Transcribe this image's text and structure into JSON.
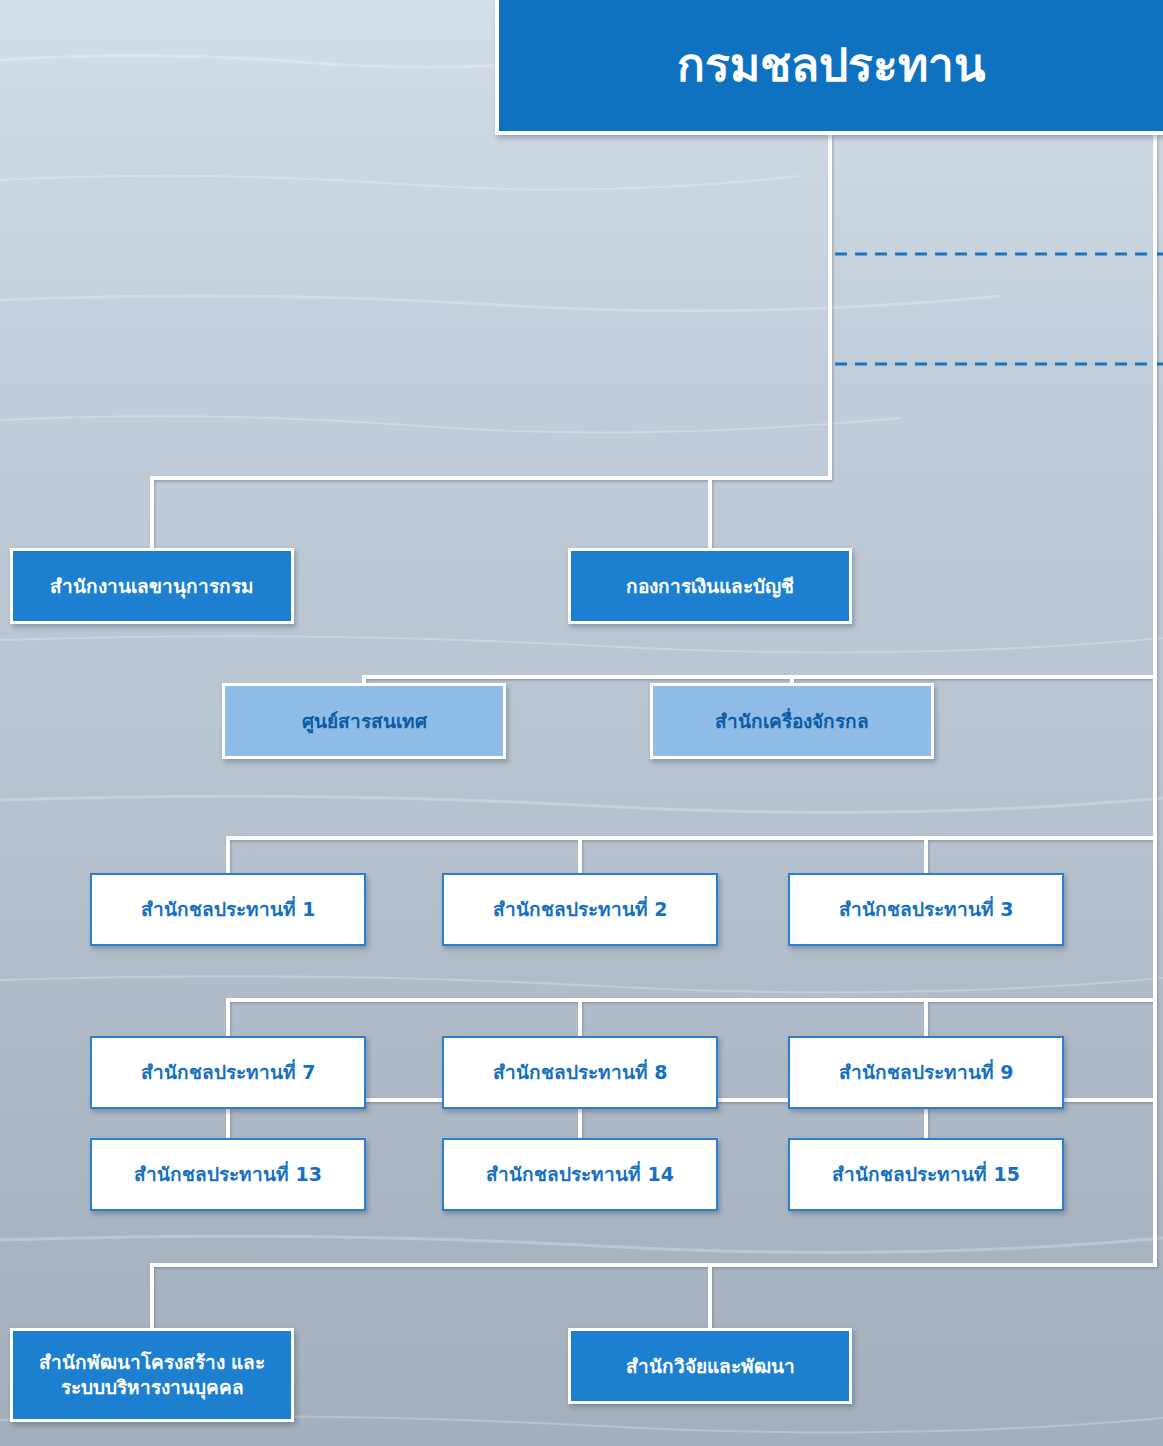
{
  "diagram": {
    "nodes": [
      {
        "text": [
          "กรมชลประทาน"
        ]
      },
      {
        "text": [
          "สำนักงานเลขานุการกรม"
        ]
      },
      {
        "text": [
          "กองการเงินและบัญชี"
        ]
      },
      {
        "text": [
          "ศูนย์สารสนเทศ"
        ]
      },
      {
        "text": [
          "สำนักเครื่องจักรกล"
        ]
      },
      {
        "text": [
          "สำนักชลประทานที่ 1"
        ]
      },
      {
        "text": [
          "สำนักชลประทานที่ 2"
        ]
      },
      {
        "text": [
          "สำนักชลประทานที่ 3"
        ]
      },
      {
        "text": [
          "สำนักชลประทานที่ 7"
        ]
      },
      {
        "text": [
          "สำนักชลประทานที่ 8"
        ]
      },
      {
        "text": [
          "สำนักชลประทานที่ 9"
        ]
      },
      {
        "text": [
          "สำนักชลประทานที่ 13"
        ]
      },
      {
        "text": [
          "สำนักชลประทานที่ 14"
        ]
      },
      {
        "text": [
          "สำนักชลประทานที่ 15"
        ]
      },
      {
        "text": [
          "สำนักพัฒนาโครงสร้าง และระบบบริหารงานบุคคล"
        ]
      },
      {
        "text": [
          "สำนักวิจัยและพัฒนา"
        ]
      }
    ],
    "edges": [
      {
        "from": 0,
        "to": 1,
        "arrow": "none"
      },
      {
        "from": 0,
        "to": 2,
        "arrow": "none"
      },
      {
        "from": 0,
        "to": 3,
        "arrow": "none"
      },
      {
        "from": 0,
        "to": 4,
        "arrow": "none"
      },
      {
        "from": 0,
        "to": 5,
        "arrow": "none"
      },
      {
        "from": 0,
        "to": 6,
        "arrow": "none"
      },
      {
        "from": 0,
        "to": 7,
        "arrow": "none"
      },
      {
        "from": 0,
        "to": 8,
        "arrow": "none"
      },
      {
        "from": 0,
        "to": 9,
        "arrow": "none"
      },
      {
        "from": 0,
        "to": 10,
        "arrow": "none"
      },
      {
        "from": 0,
        "to": 11,
        "arrow": "none"
      },
      {
        "from": 0,
        "to": 12,
        "arrow": "none"
      },
      {
        "from": 0,
        "to": 13,
        "arrow": "none"
      },
      {
        "from": 0,
        "to": 14,
        "arrow": "none"
      },
      {
        "from": 0,
        "to": 15,
        "arrow": "none"
      }
    ]
  }
}
